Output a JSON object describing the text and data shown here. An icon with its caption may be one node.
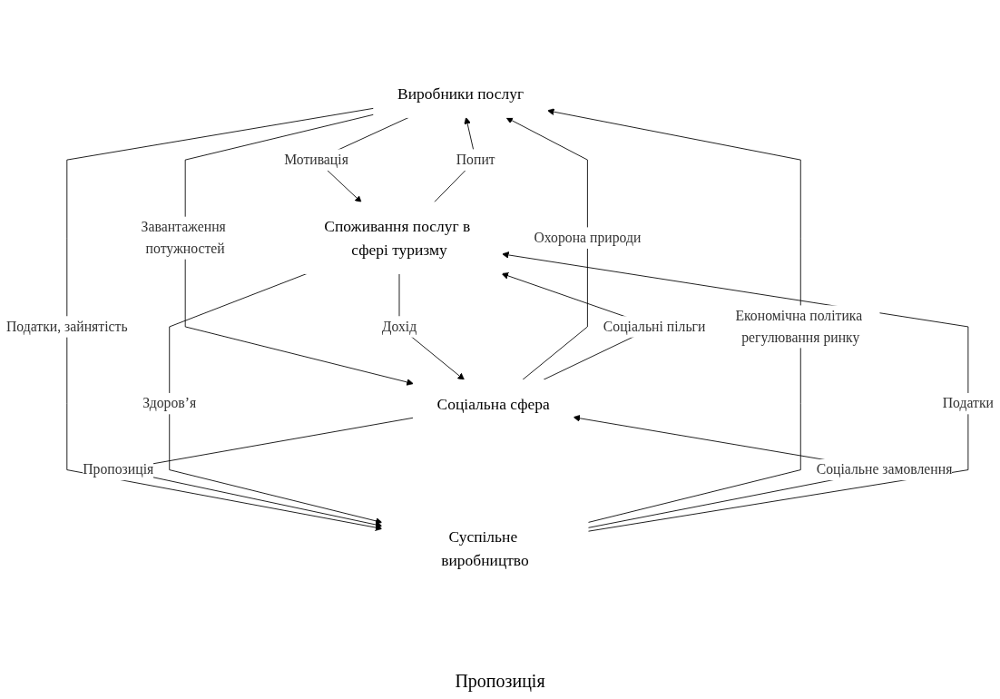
{
  "diagram": {
    "nodes": [
      {
        "text": [
          "Виробники послуг"
        ]
      },
      {
        "text": [
          "Соціальна сфера"
        ]
      },
      {
        "text": [
          "Споживання послуг в сфері туризму"
        ]
      },
      {
        "text": [
          "Суспільне виробництво"
        ]
      }
    ],
    "edges": [
      {
        "from": 2,
        "to": 0,
        "arrow": "to",
        "label": "Попит"
      },
      {
        "from": 0,
        "to": 2,
        "arrow": "to",
        "label": "Мотивація"
      },
      {
        "from": 0,
        "to": 1,
        "arrow": "to",
        "label": "Завантаження потужностей"
      },
      {
        "from": 1,
        "to": 0,
        "arrow": "to",
        "label": "Охорона природи"
      },
      {
        "from": 0,
        "to": 3,
        "arrow": "to",
        "label": "Податки, зайнятість"
      },
      {
        "from": 3,
        "to": 0,
        "arrow": "to",
        "label": "Економічна політика регулювання ринку"
      },
      {
        "from": 2,
        "to": 1,
        "arrow": "to",
        "label": "Дохід"
      },
      {
        "from": 1,
        "to": 2,
        "arrow": "to",
        "label": "Соціальні пільги"
      },
      {
        "from": 3,
        "to": 1,
        "arrow": "to",
        "label": "Соціальне замовлення"
      },
      {
        "from": 1,
        "to": 3,
        "arrow": "to",
        "label": "Пропозиція"
      },
      {
        "from": 2,
        "to": 3,
        "arrow": "to",
        "label": "Здоров’я"
      },
      {
        "from": 3,
        "to": 2,
        "arrow": "to",
        "label": "Податки"
      }
    ],
    "labels": [
      "Пропозиція"
    ]
  }
}
